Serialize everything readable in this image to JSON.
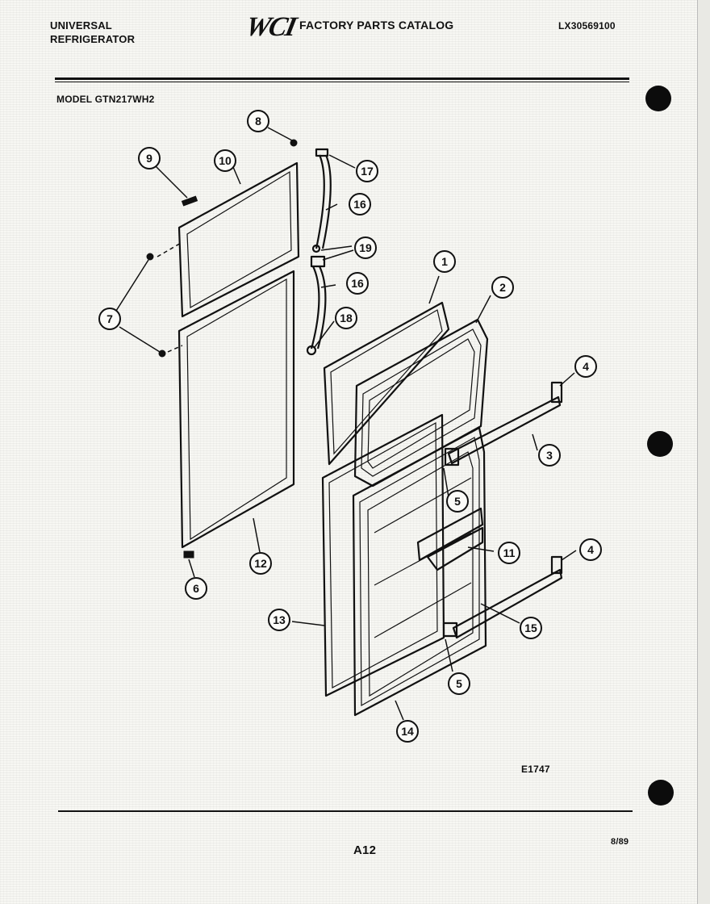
{
  "header": {
    "brand_line1": "UNIVERSAL",
    "brand_line2": "REFRIGERATOR",
    "logo_text": "WCI",
    "catalog_title": "FACTORY PARTS CATALOG",
    "catalog_number": "LX30569100"
  },
  "model_label": "MODEL GTN217WH2",
  "diagram_code": "E1747",
  "footer": {
    "page": "A12",
    "date": "8/89"
  },
  "callouts": {
    "c1": "1",
    "c2": "2",
    "c3": "3",
    "c4a": "4",
    "c4b": "4",
    "c5a": "5",
    "c5b": "5",
    "c6": "6",
    "c7": "7",
    "c8": "8",
    "c9": "9",
    "c10": "10",
    "c11": "11",
    "c12": "12",
    "c13": "13",
    "c14": "14",
    "c15": "15",
    "c16a": "16",
    "c16b": "16",
    "c17": "17",
    "c18": "18",
    "c19": "19"
  }
}
